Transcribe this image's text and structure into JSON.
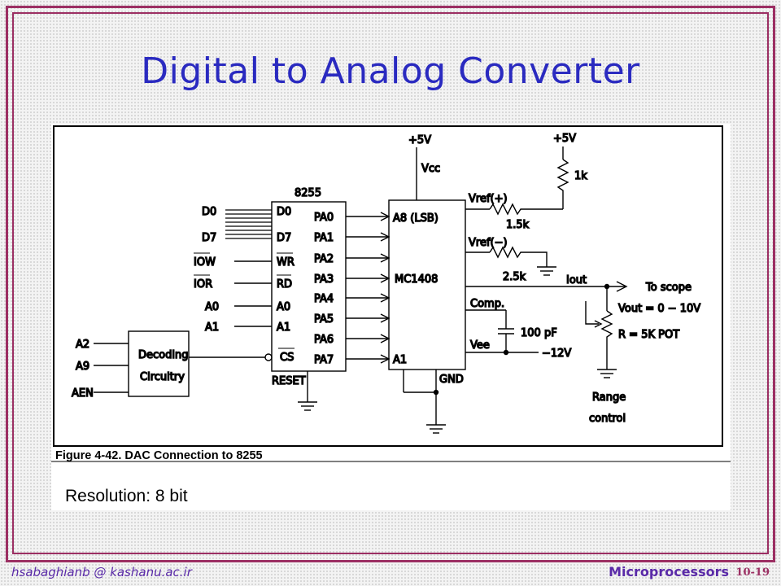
{
  "slide": {
    "title": "Digital to Analog Converter",
    "caption": "Figure 4-42. DAC Connection to 8255",
    "resolution": "Resolution: 8 bit",
    "footer_email": "hsabaghianb @ kashanu.ac.ir",
    "footer_course": "Microprocessors",
    "footer_page": "10-19"
  },
  "diagram": {
    "left_inputs": [
      "A2",
      "A9",
      "AEN"
    ],
    "decoder_label_1": "Decoding",
    "decoder_label_2": "Circuitry",
    "bus_inputs": [
      "D0",
      "D7",
      "IOW",
      "IOR",
      "A0",
      "A1"
    ],
    "ppi_title": "8255",
    "ppi_left_pins": [
      "D0",
      "D7",
      "WR",
      "RD",
      "A0",
      "A1",
      "CS"
    ],
    "ppi_right_pins": [
      "PA0",
      "PA1",
      "PA2",
      "PA3",
      "PA4",
      "PA5",
      "PA6",
      "PA7"
    ],
    "ppi_reset": "RESET",
    "dac_top_pin": "A8 (LSB)",
    "dac_name": "MC1408",
    "dac_bottom_pin": "A1",
    "dac_vcc": "Vcc",
    "dac_gnd": "GND",
    "supply_vcc": "+5V",
    "supply_ref": "+5V",
    "vref_plus": "Vref(+)",
    "vref_minus": "Vref(−)",
    "r_1k": "1k",
    "r_15k": "1.5k",
    "r_25k": "2.5k",
    "iout": "Iout",
    "comp": "Comp.",
    "cap": "100 pF",
    "vee": "Vee",
    "vee_supply": "−12V",
    "scope": "To scope",
    "vout": "Vout = 0 − 10V",
    "pot": "R = 5K POT",
    "range_1": "Range",
    "range_2": "control"
  }
}
